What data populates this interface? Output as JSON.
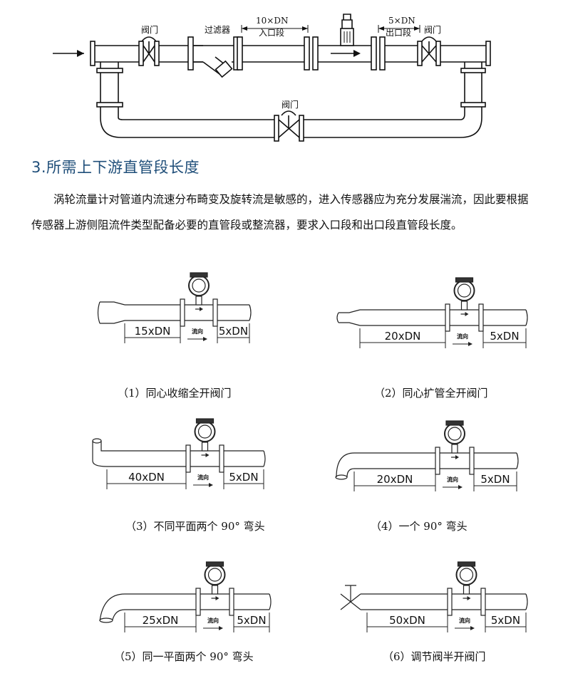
{
  "top_diagram": {
    "valve_left": "阀门",
    "filter": "过滤器",
    "inlet_len": "10×DN",
    "inlet_label": "入口段",
    "outlet_len": "5×DN",
    "outlet_label": "出口段",
    "valve_right": "阀门",
    "valve_bypass": "阀门"
  },
  "section": {
    "title": "3.所需上下游直管段长度",
    "paragraph": "涡轮流量计对管道内流速分布畸变及旋转流是敏感的，进入传感器应为充分发展湍流，因此要根据传感器上游侧阻流件类型配备必要的直管段或整流器，要求入口段和出口段直管段长度。"
  },
  "flow_text": "流向",
  "diagrams": [
    {
      "upstream": "15xDN",
      "downstream": "5xDN",
      "caption": "（1）同心收缩全开阀门"
    },
    {
      "upstream": "20xDN",
      "downstream": "5xDN",
      "caption": "（2）同心扩管全开阀门"
    },
    {
      "upstream": "40xDN",
      "downstream": "5xDN",
      "caption": "（3）不同平面两个 90° 弯头"
    },
    {
      "upstream": "20xDN",
      "downstream": "5xDN",
      "caption": "（4）一个 90° 弯头"
    },
    {
      "upstream": "25xDN",
      "downstream": "5xDN",
      "caption": "（5）同一平面两个 90° 弯头"
    },
    {
      "upstream": "50xDN",
      "downstream": "5xDN",
      "caption": "（6）调节阀半开阀门"
    }
  ]
}
